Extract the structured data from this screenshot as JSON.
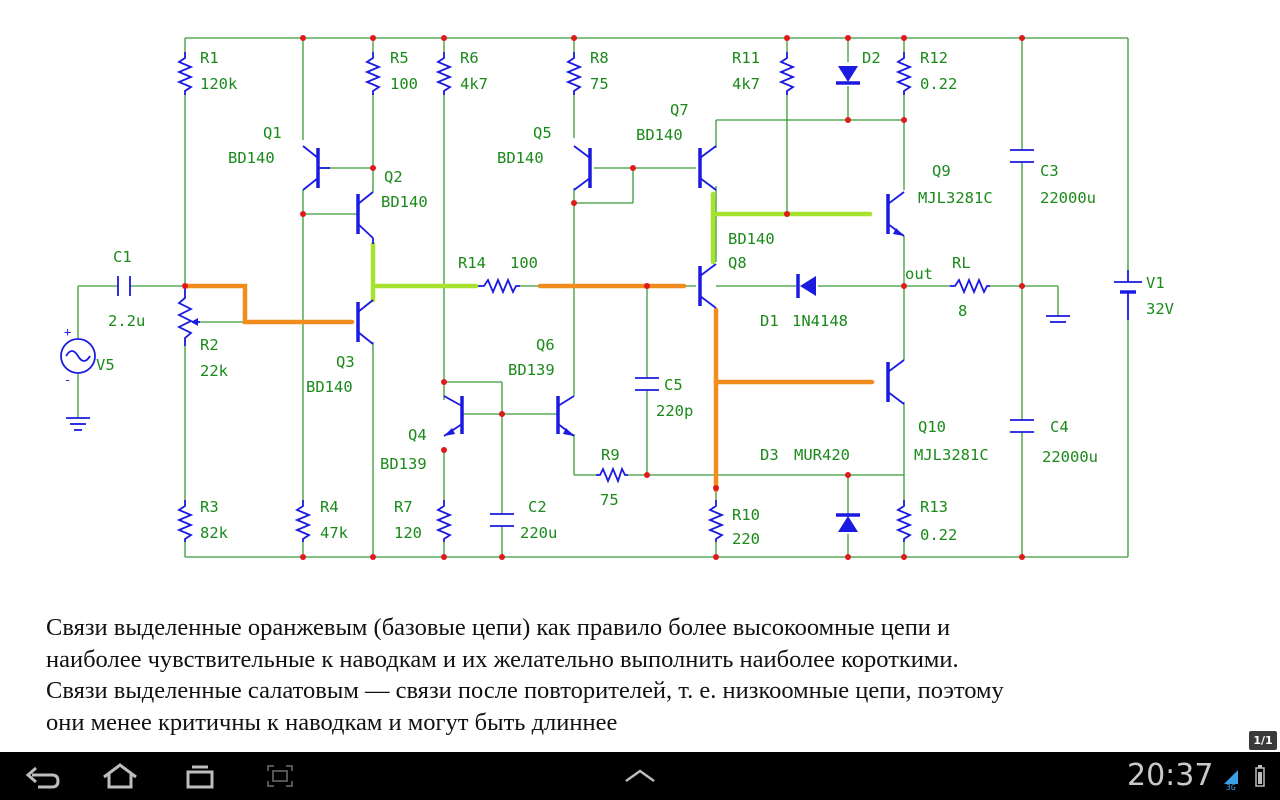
{
  "components": {
    "R1": {
      "name": "R1",
      "value": "120k"
    },
    "R2": {
      "name": "R2",
      "value": "22k"
    },
    "R3": {
      "name": "R3",
      "value": "82k"
    },
    "R4": {
      "name": "R4",
      "value": "47k"
    },
    "R5": {
      "name": "R5",
      "value": "100"
    },
    "R6": {
      "name": "R6",
      "value": "4k7"
    },
    "R7": {
      "name": "R7",
      "value": "120"
    },
    "R8": {
      "name": "R8",
      "value": "75"
    },
    "R9": {
      "name": "R9",
      "value": "75"
    },
    "R10": {
      "name": "R10",
      "value": "220"
    },
    "R11": {
      "name": "R11",
      "value": "4k7"
    },
    "R12": {
      "name": "R12",
      "value": "0.22"
    },
    "R13": {
      "name": "R13",
      "value": "0.22"
    },
    "R14": {
      "name": "R14",
      "value": "100"
    },
    "RL": {
      "name": "RL",
      "value": "8"
    },
    "C1": {
      "name": "C1",
      "value": "2.2u"
    },
    "C2": {
      "name": "C2",
      "value": "220u"
    },
    "C3": {
      "name": "C3",
      "value": "22000u"
    },
    "C4": {
      "name": "C4",
      "value": "22000u"
    },
    "C5": {
      "name": "C5",
      "value": "220p"
    },
    "Q1": {
      "name": "Q1",
      "value": "BD140"
    },
    "Q2": {
      "name": "Q2",
      "value": "BD140"
    },
    "Q3": {
      "name": "Q3",
      "value": "BD140"
    },
    "Q4": {
      "name": "Q4",
      "value": "BD139"
    },
    "Q5": {
      "name": "Q5",
      "value": "BD140"
    },
    "Q6": {
      "name": "Q6",
      "value": "BD139"
    },
    "Q7": {
      "name": "Q7",
      "value": "BD140"
    },
    "Q8": {
      "name": "Q8",
      "value": "BD140"
    },
    "Q9": {
      "name": "Q9",
      "value": "MJL3281C"
    },
    "Q10": {
      "name": "Q10",
      "value": "MJL3281C"
    },
    "D1": {
      "name": "D1",
      "value": "1N4148"
    },
    "D2": {
      "name": "D2",
      "value": ""
    },
    "D3": {
      "name": "D3",
      "value": "MUR420"
    },
    "V1": {
      "name": "V1",
      "value": "32V"
    },
    "V5": {
      "name": "V5",
      "value": ""
    },
    "out": {
      "name": "out"
    }
  },
  "caption": {
    "line1": "Связи выделенные оранжевым (базовые цепи) как правило более высокоомные цепи и",
    "line2": "наиболее чувствительные к наводкам и их желательно выполнить наиболее короткими.",
    "line3": "Связи выделенные салатовым — связи после повторителей, т. е. низкоомные цепи, поэтому",
    "line4": "они менее критичны к наводкам и могут быть длиннее"
  },
  "page_counter": "1/1",
  "status_bar": {
    "time": "20:37",
    "network": "3G"
  },
  "colors": {
    "wire": "#3a9a3a",
    "component": "#1a1ae0",
    "label": "#1a8a1a",
    "node": "#e01a1a",
    "highlight_orange": "#f28c1e",
    "highlight_green": "#a6e22e"
  }
}
